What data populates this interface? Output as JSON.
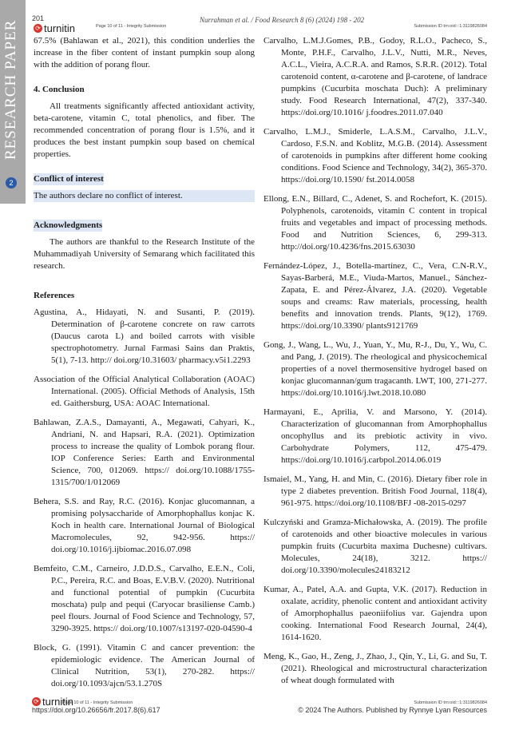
{
  "side_tab": {
    "label": "RESEARCH PAPER",
    "badge": "2"
  },
  "header": {
    "page_number": "201",
    "logo": "turnitin",
    "page_of": "Page 10 of 11 - Integrity Submission",
    "journal": "Nurrahman et al. / Food Research 8 (6) (2024) 198 - 202",
    "submission_id": "Submission ID trn:oid:::1:3119826084"
  },
  "left_column": {
    "intro": "67.5% (Bahlawan et al., 2021), this condition underlies the increase in the fiber content of instant pumpkin soup along with the addition of porang flour.",
    "conclusion_heading": "4.  Conclusion",
    "conclusion_text": "All treatments significantly affected antioxidant activity, beta-carotene, vitamin C, total phenolics, and fiber. The recommended concentration of porang flour is 1.5%, and it produces the best instant pumpkin soup based on chemical properties.",
    "coi_heading": "Conflict of interest",
    "coi_text": "The authors declare no conflict of interest.",
    "ack_heading": "Acknowledgments",
    "ack_text": "The authors are thankful to the Research Institute of the Muhammadiyah University of Semarang which facilitated this research.",
    "references_heading": "References",
    "references": [
      "Agustina, A., Hidayati, N. and Susanti, P. (2019). Determination of β-carotene concrete on raw carrots (Daucus carota L) and boiled carrots with visible spectrophotometry. Jurnal Farmasi Sains dan Praktis, 5(1), 7-13. http:// doi.org/10.31603/ pharmacy.v5i1.2293",
      "Association of the Official Analytical Collaboration (AOAC) International. (2005). Official Methods of Analysis, 15th ed. Gaithersburg, USA: AOAC International.",
      "Bahlawan, Z.A.S., Damayanti, A., Megawati, Cahyari, K., Andriani, N. and Hapsari, R.A. (2021). Optimization process to increase the quality of Lombok porang flour. IOP Conference Series: Earth and Environmental Science, 700, 012069. https:// doi.org/10.1088/1755-1315/700/1/012069",
      "Behera, S.S. and Ray, R.C. (2016). Konjac glucomannan, a promising polysaccharide of Amorphophallus konjac K. Koch in health care. International Journal of Biological Macromolecules, 92, 942-956. https:// doi.org/10.1016/j.ijbiomac.2016.07.098",
      "Bemfeito, C.M., Carneiro, J.D.D.S., Carvalho, E.E.N., Coli, P.C., Pereira, R.C. and Boas, E.V.B.V. (2020). Nutritional and functional potential of pumpkin (Cucurbita moschata) pulp and pequi (Caryocar brasiliense Camb.) peel flours. Journal of Food Science and Technology, 57, 3290-3925. https:// doi.org/10.1007/s13197-020-04590-4",
      "Block, G. (1991). Vitamin C and cancer prevention: the epidemiologic evidence. The American Journal of Clinical Nutrition, 53(1), 270-282. https:// doi.org/10.1093/ajcn/53.1.270S"
    ]
  },
  "right_column": {
    "references": [
      "Carvalho, L.M.J.Gomes, P.B., Godoy, R.L.O., Pacheco, S., Monte, P.H.F., Carvalho, J.L.V., Nutti, M.R., Neves, A.C.L., Vieira, A.C.R.A. and Ramos, S.R.R. (2012). Total carotenoid content, α-carotene and β-carotene, of landrace pumpkins (Cucurbita moschata Duch): A preliminary study. Food Research International, 47(2), 337-340. https://doi.org/10.1016/ j.foodres.2011.07.040",
      "Carvalho, L.M.J., Smiderle, L.A.S.M., Carvalho, J.L.V., Cardoso, F.S.N. and Koblitz, M.G.B. (2014). Assessment of carotenoids in pumpkins after different home cooking conditions. Food Science and Technology, 34(2), 365-370. https://doi.org/10.1590/ fst.2014.0058",
      "Ellong, E.N., Billard, C., Adenet, S. and Rochefort, K. (2015). Polyphenols, carotenoids, vitamin C content in tropical fruits and vegetables and impact of processing methods. Food and Nutrition Sciences, 6, 299-313. http://doi.org/10.4236/fns.2015.63030",
      "Fernández-López, J., Botella-martínez, C., Vera, C.N-R.V., Sayas-Barberá, M.E., Viuda-Martos, Manuel., Sánchez-Zapata, E. and Pérez-Álvarez, J.A. (2020). Vegetable soups and creams: Raw materials, processing, health benefits and innovation trends. Plants, 9(12), 1769. https://doi.org/10.3390/ plants9121769",
      "Gong, J., Wang, L., Wu, J., Yuan, Y., Mu, R-J., Du, Y., Wu, C. and Pang, J. (2019). The rheological and physicochemical properties of a novel thermosensitive hydrogel based on konjac glucomannan/gum tragacanth. LWT, 100, 271-277. https://doi.org/10.1016/j.lwt.2018.10.080",
      "Harmayani, E., Aprilia, V. and Marsono, Y. (2014). Characterization of glucomannan from Amorphophallus oncophyllus and its prebiotic activity in vivo. Carbohydrate Polymers, 112, 475-479. https://doi.org/10.1016/j.carbpol.2014.06.019",
      "Ismaiel, M., Yang, H. and Min, C. (2016). Dietary fiber role in type 2 diabetes prevention. British Food Journal, 118(4), 961-975. https://doi.org/10.1108/BFJ -08-2015-0297",
      "Kulczyński and Gramza-Michałowska, A. (2019). The profile of carotenoids and other bioactive molecules in various pumpkin fruits (Cucurbita maxima Duchesne) cultivars. Molecules, 24(18), 3212. https:// doi.org/10.3390/molecules24183212",
      "Kumar, A., Patel, A.A. and Gupta, V.K. (2017). Reduction in oxalate, acridity, phenolic content and antioxidant activity of Amorphophallus paeoniifolius var. Gajendra upon cooking. International Food Research Journal, 24(4), 1614-1620.",
      "Meng, K., Gao, H., Zeng, J., Zhao, J., Qin, Y., Li, G. and Su, T. (2021). Rheological and microstructural characterization of wheat dough formulated with"
    ]
  },
  "footer": {
    "logo": "turnitin",
    "page_of": "Page 10 of 11 - Integrity Submission",
    "submission_id": "Submission ID trn:oid:::1:3119826084",
    "doi": "https://doi.org/10.26656/fr.2017.8(6).617",
    "copyright": "© 2024 The Authors. Published by Rynnye Lyan Resources"
  }
}
